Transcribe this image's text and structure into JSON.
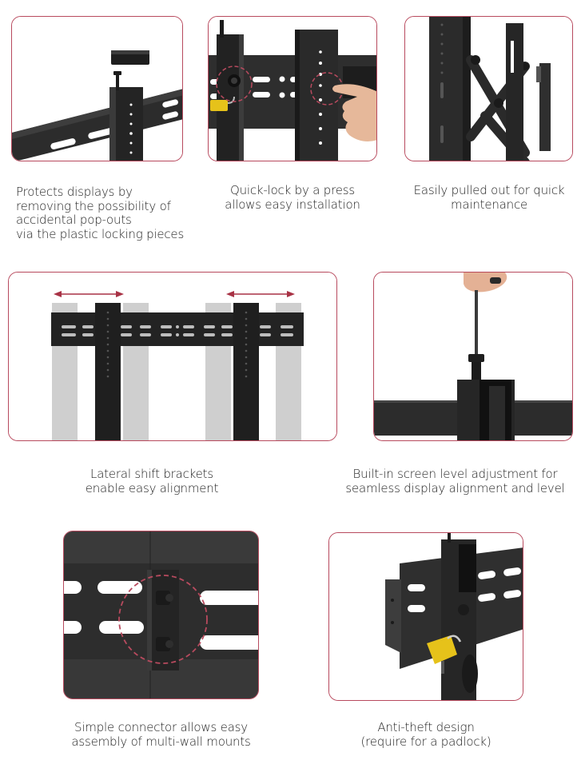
{
  "theme": {
    "panel_border": "#b84a5e",
    "metal_dark": "#2b2b2b",
    "metal_mid": "#3a3a3a",
    "ghost": "#cfcfcf",
    "accent_red": "#a83245",
    "padlock_yellow": "#e6c21a"
  },
  "features": [
    {
      "id": "locking-pieces",
      "image": "bracket-top-cap-detail",
      "caption": [
        "Protects displays by",
        "removing the possibility of",
        "accidental pop-outs",
        "via the plastic locking pieces"
      ]
    },
    {
      "id": "quick-lock",
      "image": "finger-press-release-detail",
      "caption": [
        "Quick-lock by a press",
        "allows easy installation"
      ]
    },
    {
      "id": "pull-out",
      "image": "scissor-arm-pulled-out",
      "caption": [
        "Easily pulled out for quick",
        "maintenance"
      ]
    },
    {
      "id": "lateral-shift",
      "image": "lateral-shift-brackets",
      "caption": [
        "Lateral shift brackets",
        "enable easy alignment"
      ]
    },
    {
      "id": "level-adjust",
      "image": "hex-key-level-adjustment",
      "caption": [
        "Built-in screen level adjustment for",
        "seamless display alignment and level"
      ]
    },
    {
      "id": "connector",
      "image": "multi-wall-connector-plate",
      "caption": [
        "Simple connector allows easy",
        "assembly of multi-wall mounts"
      ]
    },
    {
      "id": "anti-theft",
      "image": "padlock-anti-theft",
      "caption": [
        "Anti-theft design",
        "(require for a padlock)"
      ]
    }
  ]
}
